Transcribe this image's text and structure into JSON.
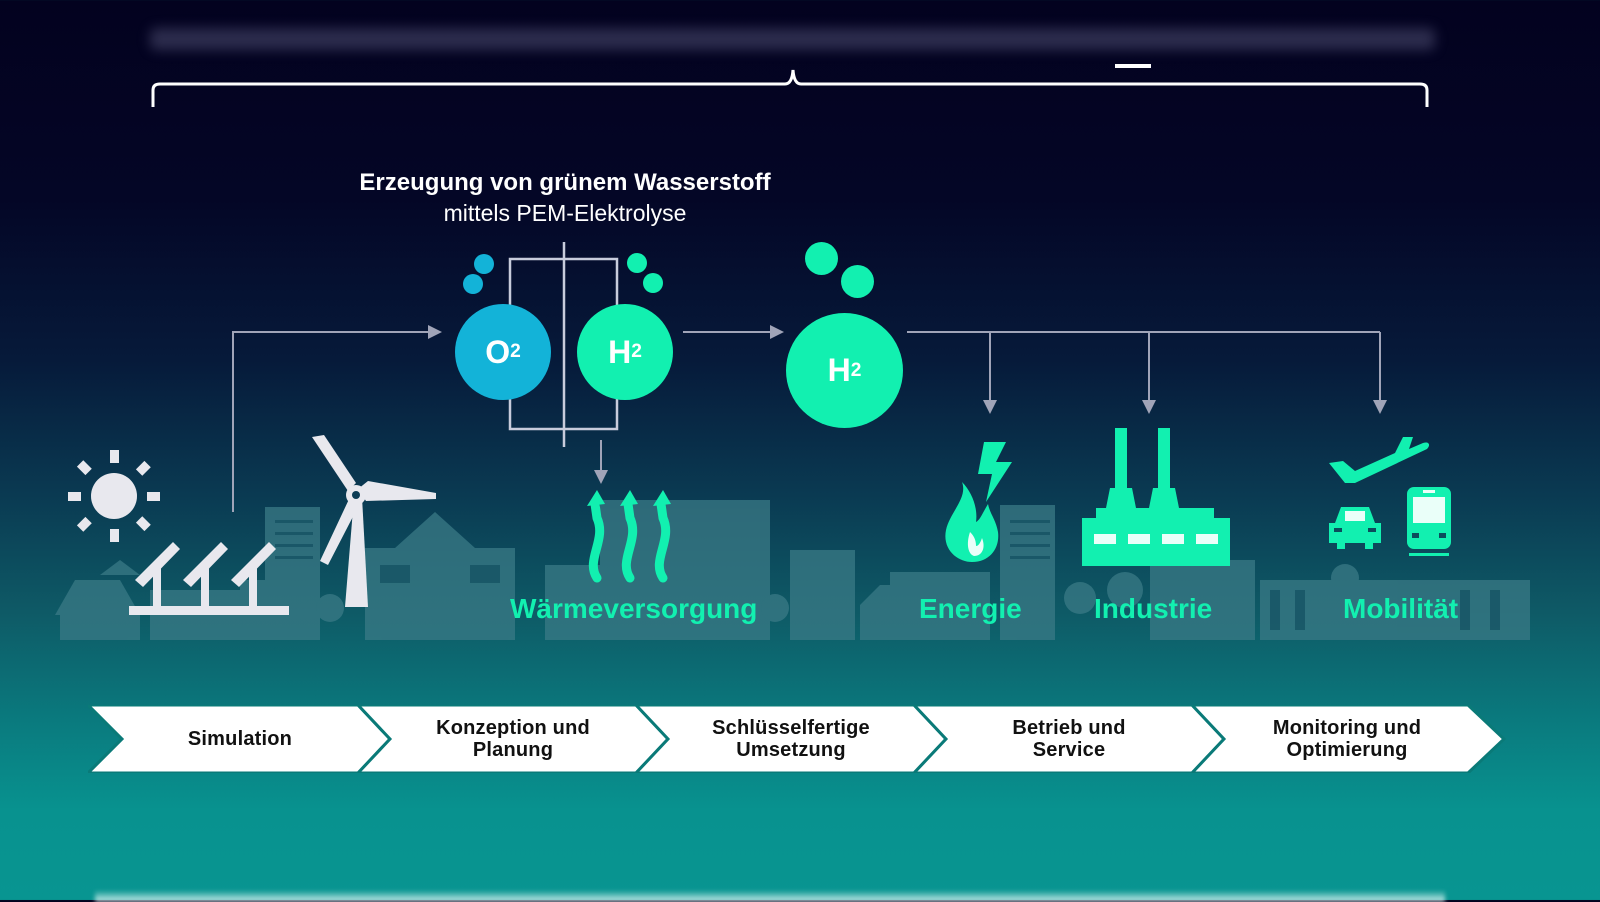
{
  "header": {
    "title": "Erzeugung von grünem Wasserstoff",
    "subtitle": "mittels PEM-Elektrolyse"
  },
  "molecules": {
    "electrolysis_left": {
      "label": "O",
      "sub": "2",
      "color": "#13b3d8"
    },
    "electrolysis_right": {
      "label": "H",
      "sub": "2",
      "color": "#12f0b0"
    },
    "product": {
      "label": "H",
      "sub": "2",
      "color": "#12f0b0"
    }
  },
  "sources": [
    {
      "name": "sun",
      "icon": "sun-icon"
    },
    {
      "name": "solar-panels",
      "icon": "solar-panel-icon"
    },
    {
      "name": "wind-turbine",
      "icon": "wind-turbine-icon"
    }
  ],
  "applications": [
    {
      "label": "Wärmeversorgung",
      "icon": "heat-waves-icon"
    },
    {
      "label": "Energie",
      "icon": "flame-lightning-icon"
    },
    {
      "label": "Industrie",
      "icon": "factory-icon"
    },
    {
      "label": "Mobilität",
      "icon": "plane-car-train-icon"
    }
  ],
  "process_steps": [
    {
      "line1": "Simulation",
      "line2": ""
    },
    {
      "line1": "Konzeption und",
      "line2": "Planung"
    },
    {
      "line1": "Schlüsselfertige",
      "line2": "Umsetzung"
    },
    {
      "line1": "Betrieb und",
      "line2": "Service"
    },
    {
      "line1": "Monitoring und",
      "line2": "Optimierung"
    }
  ],
  "colors": {
    "accent_green": "#12f0b0",
    "accent_blue": "#13b3d8",
    "arrow_gray": "#a0a4b8",
    "skyline": "#3a7a86",
    "chevron_fill": "#ffffff",
    "chevron_edge": "#0a7a78"
  }
}
